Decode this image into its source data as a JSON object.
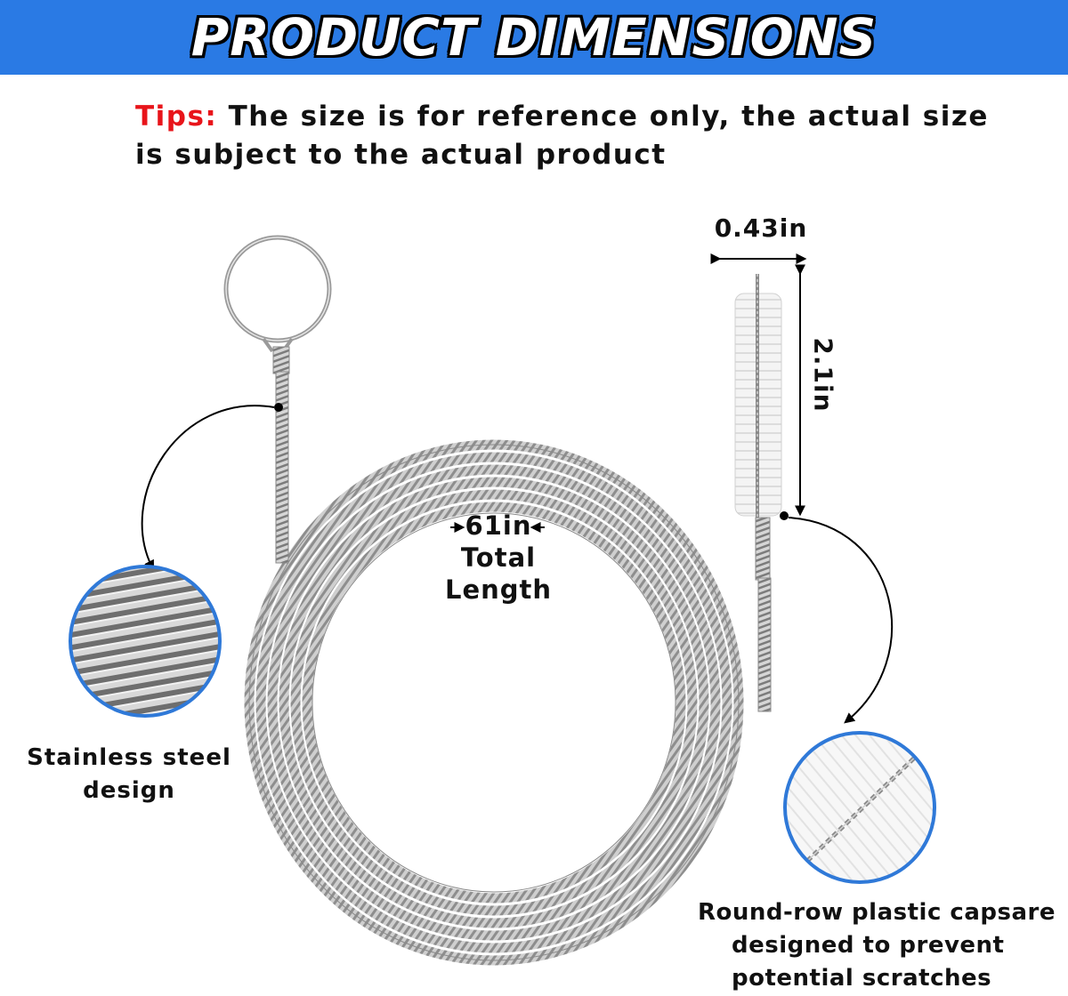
{
  "banner": {
    "title": "PRODUCT DIMENSIONS",
    "color": "#2a7ae4"
  },
  "tips": {
    "label": "Tips:",
    "text": " The size is for reference only, the actual size is subject to the actual product",
    "label_color": "#e8141a"
  },
  "dimensions": {
    "width": "0.43in",
    "height": "2.1in",
    "length_value": "61in",
    "length_label_1": "Total",
    "length_label_2": "Length"
  },
  "callouts": {
    "left": {
      "line1": "Stainless steel",
      "line2": "design"
    },
    "right": {
      "line1": "Round-row plastic capsare",
      "line2": "designed to prevent",
      "line3": "potential scratches"
    }
  },
  "icons": [
    "arrow-icon",
    "coil-zoom-icon",
    "bristle-zoom-icon"
  ]
}
